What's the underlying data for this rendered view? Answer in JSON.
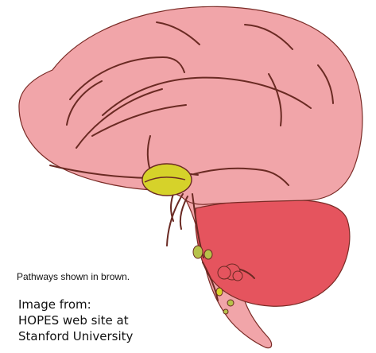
{
  "caption": {
    "pathways_note": "Pathways shown in brown."
  },
  "credit": {
    "line1": "Image from:",
    "line2": "HOPES web site at",
    "line3": "Stanford University"
  },
  "colors": {
    "cerebrum": "#f1a5a9",
    "cerebellum": "#e5545e",
    "brainstem": "#f1a5a9",
    "pathways": "#6a2a23",
    "highlight_nucleus": "#d6d22a",
    "small_nuclei": "#b7c24a",
    "outline": "#6a2a23"
  }
}
